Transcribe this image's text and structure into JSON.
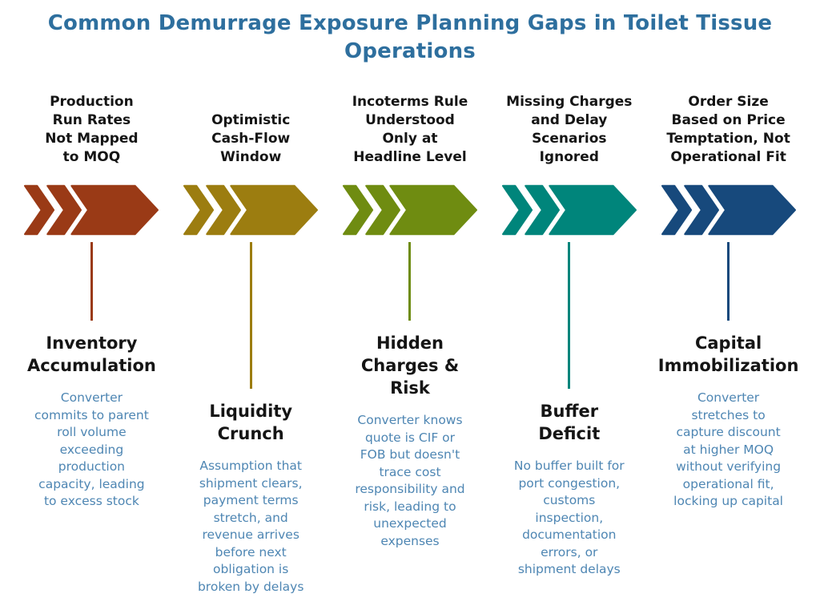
{
  "title": "Common Demurrage Exposure Planning Gaps in Toilet Tissue\nOperations",
  "colors": {
    "title": "#2E6F9E",
    "heading_text": "#151515",
    "description_text": "#4E86B3",
    "background": "#FFFFFF"
  },
  "columns": [
    {
      "header": "Production\nRun Rates\nNot Mapped\nto MOQ",
      "color": "#9A3A16",
      "connector": "short",
      "gap_title": "Inventory\nAccumulation",
      "description": "Converter\ncommits to parent\nroll volume\nexceeding\nproduction\ncapacity, leading\nto excess stock"
    },
    {
      "header": "Optimistic\nCash-Flow\nWindow",
      "color": "#9C7D10",
      "connector": "tall",
      "gap_title": "Liquidity\nCrunch",
      "description": "Assumption that\nshipment clears,\npayment terms\nstretch, and\nrevenue arrives\nbefore next\nobligation is\nbroken by delays"
    },
    {
      "header": "Incoterms Rule\nUnderstood\nOnly at\nHeadline Level",
      "color": "#6F8C11",
      "connector": "short",
      "gap_title": "Hidden\nCharges &\nRisk",
      "description": "Converter knows\nquote is CIF or\nFOB but doesn't\ntrace cost\nresponsibility and\nrisk, leading to\nunexpected\nexpenses"
    },
    {
      "header": "Missing Charges\nand Delay\nScenarios\nIgnored",
      "color": "#00857B",
      "connector": "tall",
      "gap_title": "Buffer\nDeficit",
      "description": "No buffer built for\nport congestion,\ncustoms\ninspection,\ndocumentation\nerrors, or\nshipment delays"
    },
    {
      "header": "Order Size\nBased on Price\nTemptation, Not\nOperational Fit",
      "color": "#17497C",
      "connector": "short",
      "gap_title": "Capital\nImmobilization",
      "description": "Converter\nstretches to\ncapture discount\nat higher MOQ\nwithout verifying\noperational fit,\nlocking up capital"
    }
  ]
}
